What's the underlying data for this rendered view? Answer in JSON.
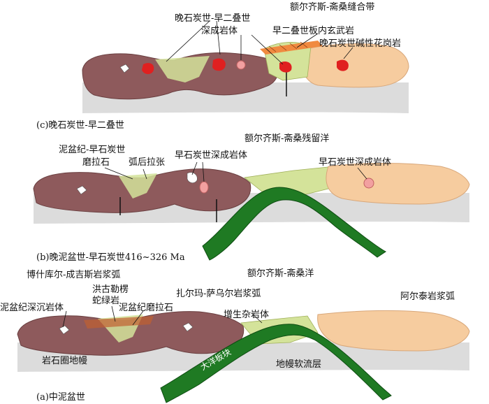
{
  "panel_c": {
    "caption": "(c)晚石炭世-早二叠世",
    "labels": {
      "suture_zone": "额尔齐斯-斋桑缝合带",
      "late_carb_early_perm": "晚石炭世-早二叠世",
      "plutons": "深成岩体",
      "early_permian_basalt": "早二叠世板内玄武岩",
      "late_carb_alkaline_granite": "晚石炭世碱性花岗岩"
    }
  },
  "panel_b": {
    "caption": "(b)晚泥盆世-早石炭世416~326 Ma",
    "labels": {
      "residual_ocean": "额尔齐斯-斋桑残留洋",
      "devonian_early_carb": "泥盆纪-早石炭世",
      "molasse": "磨拉石",
      "back_arc": "弧后拉张",
      "early_carb_pluton_left": "早石炭世深成岩体",
      "early_carb_pluton_right": "早石炭世深成岩体"
    }
  },
  "panel_a": {
    "caption": "(a)中泥盆世",
    "labels": {
      "boshekur_arc": "博什库尔-成吉斯岩浆弧",
      "irtysh_ocean": "额尔齐斯-斋桑洋",
      "hongguleng": "洪古勒楞",
      "serpentinite": "蛇绿岩",
      "zharma_arc": "扎尔玛-萨乌尔岩浆弧",
      "altai_arc": "阿尔泰岩浆弧",
      "devonian_deep_rock": "泥盆纪深沉岩体",
      "devonian_molasse": "泥盆纪磨拉石",
      "accretionary_complex": "增生杂岩体",
      "lithospheric_mantle": "岩石圈地幔",
      "asthenosphere": "地幔软流层",
      "oceanic_plate": "大洋板块"
    }
  },
  "colors": {
    "continental_block": "#8e5a5c",
    "altai_block": "#f6cc9f",
    "accretionary": "#d4e39a",
    "oceanic_slab": "#1f7a23",
    "pluton": "#e02020",
    "mantle": "#dcdcdc"
  }
}
